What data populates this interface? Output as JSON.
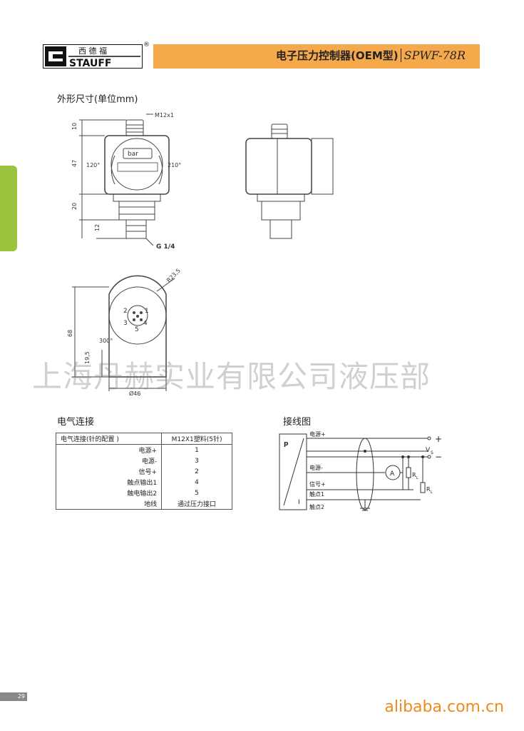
{
  "header": {
    "brand_cn": "西 德 福",
    "brand_en": "STAUFF",
    "registered": "®",
    "title": "电子压力控制器(OEM型)",
    "model": "SPWF-78R",
    "band_color": "#f5a94a"
  },
  "section_dimensions": "外形尺寸(单位mm)",
  "drawing": {
    "thread_top": "M12x1",
    "thread_bottom": "G 1/4",
    "display_unit": "bar",
    "dims_left": [
      "10",
      "47",
      "20",
      "12"
    ],
    "angle_left": "120°",
    "angle_right": "210°",
    "radius": "R23,5",
    "height_total": "68",
    "height_lower": "19,5",
    "angle_bottom": "300°",
    "diameter": "Ø46",
    "pins": [
      "2",
      "1",
      "3",
      "4",
      "5"
    ]
  },
  "watermark": "上海丹赫实业有限公司液压部",
  "section_electrical": "电气连接",
  "section_wiring": "接线图",
  "pin_table": {
    "headers": [
      "电气连接(针的配置 )",
      "M12X1塑料(5针)"
    ],
    "rows": [
      [
        "电源+",
        "1"
      ],
      [
        "电源-",
        "3"
      ],
      [
        "信号+",
        "2"
      ],
      [
        "触点输出1",
        "4"
      ],
      [
        "触电输出2",
        "5"
      ],
      [
        "地线",
        "通过压力接口"
      ]
    ]
  },
  "wiring": {
    "box_top": "p",
    "box_bottom": "I",
    "lines": [
      "电源+",
      "电源-",
      "信号+",
      "触点1",
      "触点2"
    ],
    "plus": "+",
    "minus": "−",
    "vs": "V",
    "vs_sub": "S",
    "ammeter": "A",
    "rl": "R",
    "rl_sub": "L"
  },
  "page_number": "29",
  "footer_brand": "alibaba.com.cn",
  "accent_green": "#9bc43e",
  "footer_color": "#f08a1c"
}
